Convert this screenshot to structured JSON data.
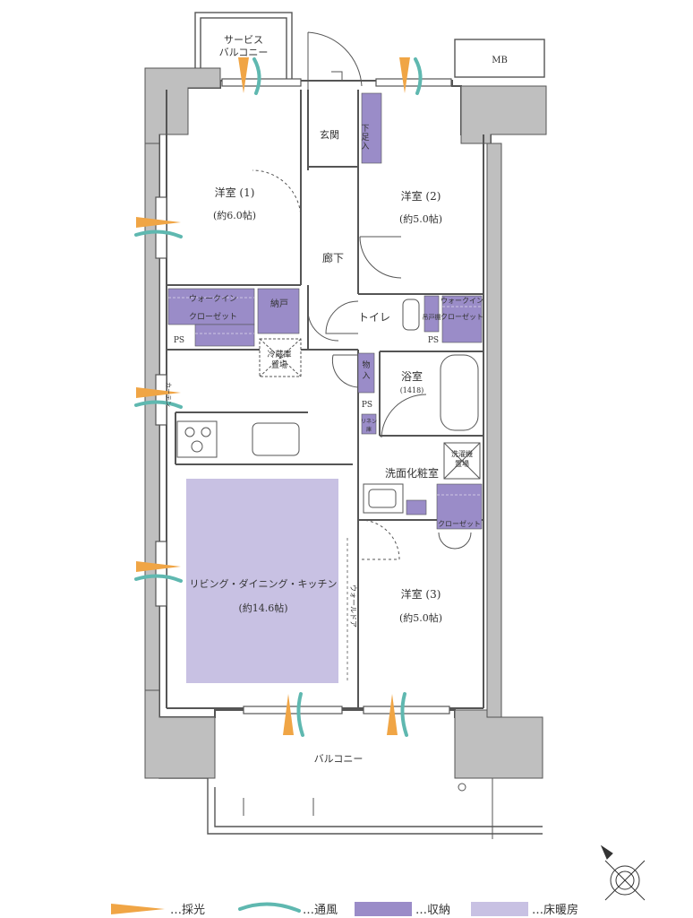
{
  "rooms": {
    "service_balcony": [
      "サービス",
      "バルコニー"
    ],
    "mb": "MB",
    "genkan": "玄関",
    "shoes": [
      "下",
      "足",
      "入"
    ],
    "bedroom1": {
      "name": "洋室 (1)",
      "size": "(約6.0帖)"
    },
    "bedroom2": {
      "name": "洋室 (2)",
      "size": "(約5.0帖)"
    },
    "bedroom3": {
      "name": "洋室 (3)",
      "size": "(約5.0帖)"
    },
    "hall": "廊下",
    "wic1": [
      "ウォークイン",
      "クローゼット"
    ],
    "wic2": [
      "ウォークイン",
      "クローゼット"
    ],
    "nando": "納戸",
    "fridge": [
      "冷蔵庫",
      "置場"
    ],
    "toilet": "トイレ",
    "linen": "吊戸棚",
    "ps1": "PS",
    "ps2": "PS",
    "ps3": "PS",
    "monoire": [
      "物",
      "入"
    ],
    "bath": {
      "name": "浴室",
      "size": "(1418)"
    },
    "linen2": [
      "リネン",
      "庫"
    ],
    "washer": [
      "洗濯機",
      "置場"
    ],
    "washroom": "洗面化粧室",
    "closet": "クローゼット",
    "curtain": "カーテン",
    "ldk": {
      "name": "リビング・ダイニング・キッチン",
      "size": "(約14.6帖)"
    },
    "wall_door": "ウォールドア",
    "balcony": "バルコニー"
  },
  "legend": {
    "light": "…採光",
    "wind": "…通風",
    "storage": "…収納",
    "floor_heating": "…床暖房"
  },
  "colors": {
    "light": "#f0a545",
    "wind": "#5fb8b0",
    "storage": "#9a8cc8",
    "floor_heating": "#c8c1e3",
    "wall": "#bfbfbf"
  }
}
